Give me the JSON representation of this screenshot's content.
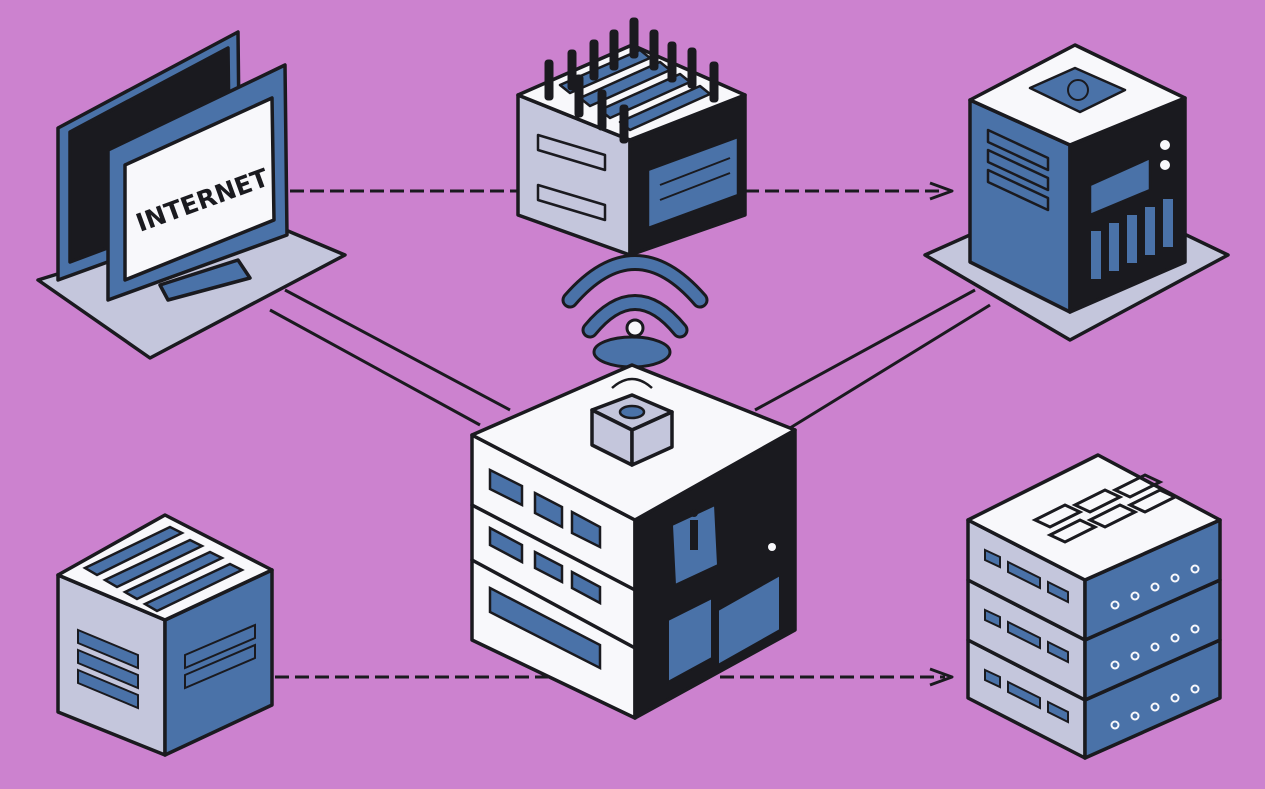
{
  "diagram": {
    "screen_label": "INTERNET",
    "colors": {
      "background": "#cc82cf",
      "outline": "#1a1a1f",
      "blue": "#4a72a8",
      "light": "#c4c6dc",
      "white": "#f8f8fb"
    },
    "nodes": [
      {
        "id": "internet-monitor",
        "icon": "monitor-icon"
      },
      {
        "id": "gpu-device",
        "icon": "heatsink-device-icon"
      },
      {
        "id": "tower-server",
        "icon": "tower-server-icon"
      },
      {
        "id": "central-hub",
        "icon": "central-server-cube-icon"
      },
      {
        "id": "storage-cube",
        "icon": "storage-cube-icon"
      },
      {
        "id": "rack-stack",
        "icon": "rack-server-stack-icon"
      },
      {
        "id": "wifi-signal",
        "icon": "wifi-icon"
      }
    ]
  }
}
